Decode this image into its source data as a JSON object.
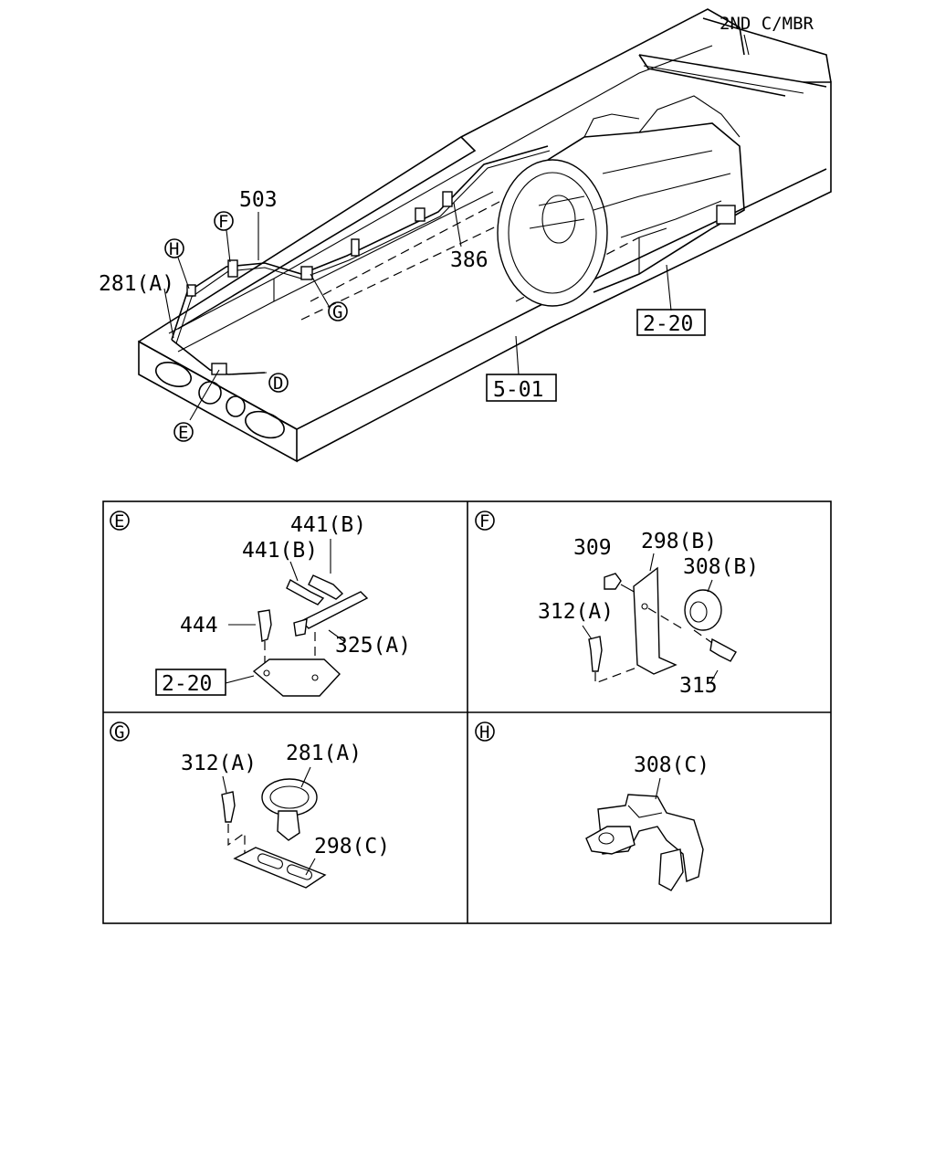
{
  "main_labels": {
    "member": "2ND C/MBR",
    "tube": "503",
    "bracket_hose": "386",
    "clip_main": "281(A)",
    "ref_transmission": "2-20",
    "ref_frame": "5-01",
    "callout_d": "D",
    "callout_e": "E",
    "callout_f": "F",
    "callout_g": "G",
    "callout_h": "H"
  },
  "panels": [
    {
      "id": "E",
      "labels": {
        "connector_upper": "441(B)",
        "connector_lower": "441(B)",
        "bolt": "444",
        "bracket": "325(A)",
        "ref": "2-20"
      }
    },
    {
      "id": "F",
      "labels": {
        "nut": "309",
        "bracket": "298(B)",
        "grommet": "308(B)",
        "bolt_left": "312(A)",
        "bolt_right": "315"
      }
    },
    {
      "id": "G",
      "labels": {
        "bolt": "312(A)",
        "clip": "281(A)",
        "plate": "298(C)"
      }
    },
    {
      "id": "H",
      "labels": {
        "clamp": "308(C)"
      }
    }
  ]
}
